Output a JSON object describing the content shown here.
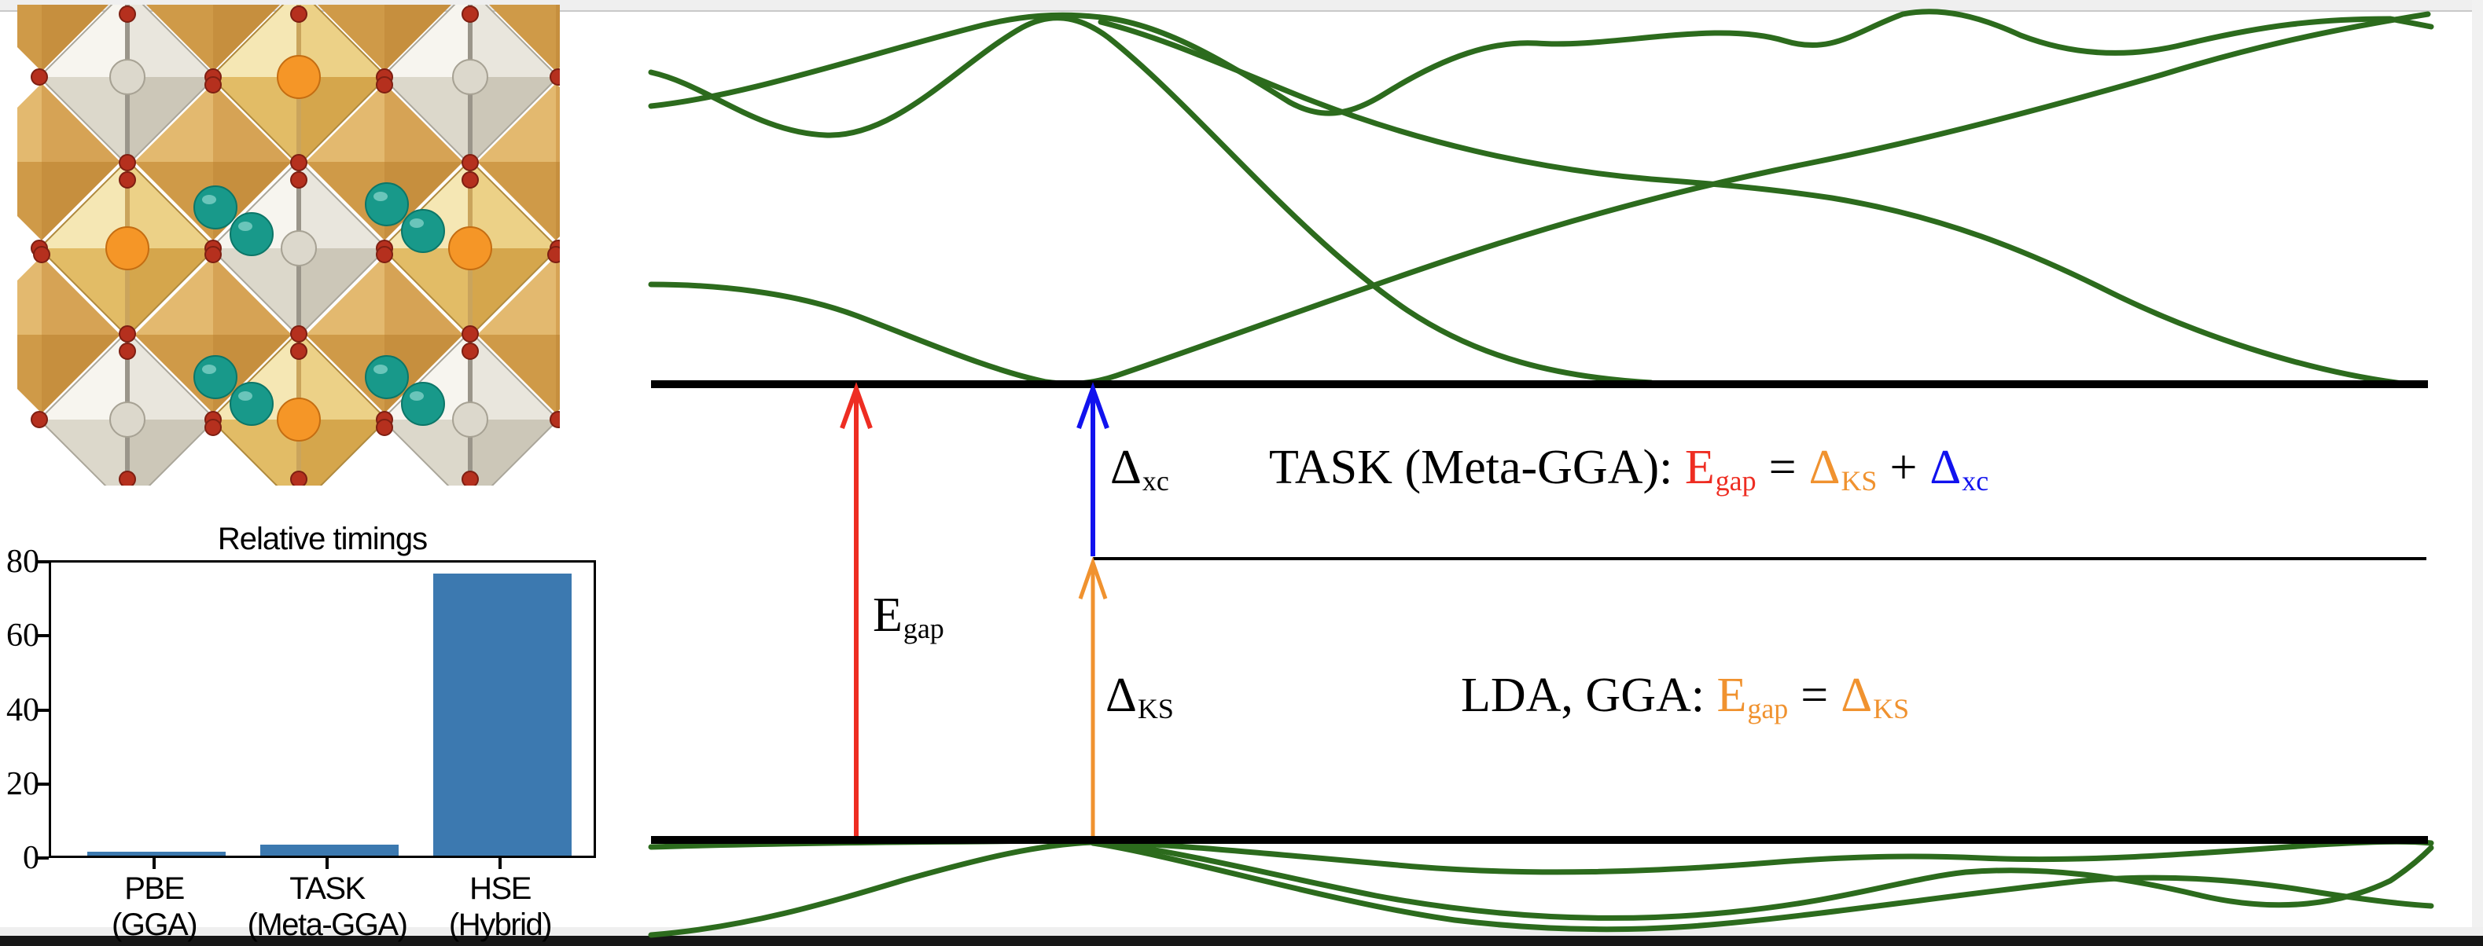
{
  "chart_data": {
    "type": "bar",
    "title": "Relative timings",
    "categories": [
      {
        "line1": "PBE",
        "line2": "(GGA)"
      },
      {
        "line1": "TASK",
        "line2": "(Meta-GGA)"
      },
      {
        "line1": "HSE",
        "line2": "(Hybrid)"
      }
    ],
    "values": [
      1,
      3,
      77
    ],
    "yticks": [
      "0",
      "20",
      "40",
      "60",
      "80"
    ],
    "ylim": [
      0,
      80
    ],
    "xlabel": "",
    "ylabel": "",
    "grid": false,
    "legend": false,
    "bar_color": "#3c79b0"
  },
  "band_diagram": {
    "curve_color": "#2c6b1d",
    "level_line_color": "#000000",
    "labels": {
      "egap": {
        "base": "E",
        "sub": "gap"
      },
      "delta_xc": {
        "base": "Δ",
        "sub": "xc"
      },
      "delta_ks": {
        "base": "Δ",
        "sub": "KS"
      }
    },
    "arrows": {
      "egap_color": "#ee2d22",
      "delta_xc_color": "#1112ee",
      "delta_ks_color": "#f0922f"
    },
    "formula_task": {
      "prefix": "TASK (Meta-GGA): ",
      "egap_base": "E",
      "egap_sub": "gap",
      "equals": "=",
      "dks_base": "Δ",
      "dks_sub": "KS",
      "plus": "+",
      "dxc_base": "Δ",
      "dxc_sub": "xc"
    },
    "formula_lda": {
      "prefix": "LDA, GGA: ",
      "egap_base": "E",
      "egap_sub": "gap",
      "equals": "=",
      "dks_base": "Δ",
      "dks_sub": "KS"
    }
  },
  "crystal": {
    "octahedron_gold": "#e9cf86",
    "octahedron_gray": "#e9e6de",
    "background_octahedron": "#dcae62",
    "vertex_atom_red": "#b5301e",
    "center_atom_orange": "#f59627",
    "center_atom_gray": "#d9d5c9",
    "cation_teal": "#18998a"
  }
}
